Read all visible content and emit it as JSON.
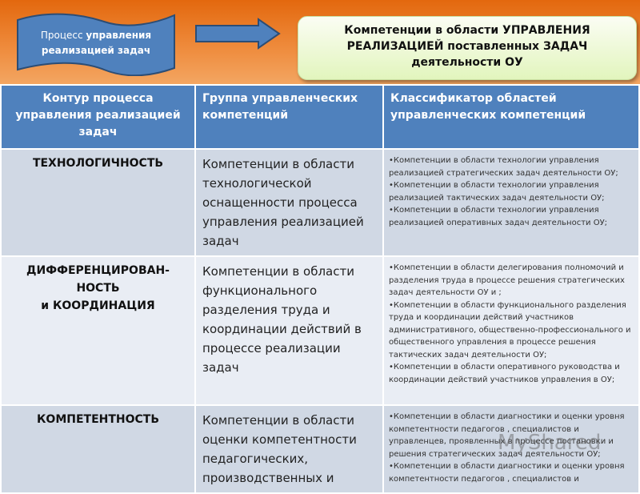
{
  "process_banner": {
    "regular": "Процесс",
    "bold_line1": "управления",
    "bold_line2": "реализацией задач"
  },
  "title_box": {
    "line1": "Компетенции в области УПРАВЛЕНИЯ",
    "line2": "РЕАЛИЗАЦИЕЙ поставленных ЗАДАЧ",
    "line3": "деятельности ОУ"
  },
  "table": {
    "headers": [
      "Контур процесса управления реализацией задач",
      "Группа управленческих компетенций",
      "Классификатор  областей управленческих компетенций"
    ],
    "rows": [
      {
        "contour": "ТЕХНОЛОГИЧНОСТЬ",
        "group": "Компетенции в области технологической оснащенности процесса управления реализацией задач",
        "classifier": [
          "•Компетенции в области технологии управления реализацией стратегических задач деятельности ОУ;",
          "•Компетенции в области технологии управления реализацией тактических задач деятельности ОУ;",
          "•Компетенции в области технологии управления реализацией оперативных задач деятельности ОУ;"
        ]
      },
      {
        "contour_line1": "ДИФФЕРЕНЦИРОВАН-",
        "contour_line2": "НОСТЬ",
        "contour_line3": "и КООРДИНАЦИЯ",
        "group": "Компетенции в области функционального разделения труда и координации действий в процессе реализации задач",
        "classifier": [
          "•Компетенции в области делегирования полномочий и разделения  труда в процессе решения стратегических задач деятельности ОУ и ;",
          "•Компетенции в области функционального разделения труда и координации действий участников административного, общественно-профессионального и общественного управления в процессе решения тактических задач деятельности ОУ;",
          "•Компетенции в области оперативного руководства и координации действий участников управления в ОУ;"
        ]
      },
      {
        "contour": "КОМПЕТЕНТНОСТЬ",
        "group": "Компетенции в области оценки компетентности педагогических, производственных и",
        "classifier": [
          "•Компетенции   в области диагностики и оценки уровня компетентности педагогов , специалистов и управленцев, проявленных в процессе постановки и решения стратегических задач деятельности ОУ;",
          "•Компетенции   в области диагностики и оценки уровня компетентности педагогов , специалистов и"
        ]
      }
    ]
  },
  "watermark": "MyShared",
  "colors": {
    "header": "#4f81bd",
    "row_dark": "#d0d8e4",
    "row_light": "#e9edf4",
    "background": "#e46c0a"
  }
}
